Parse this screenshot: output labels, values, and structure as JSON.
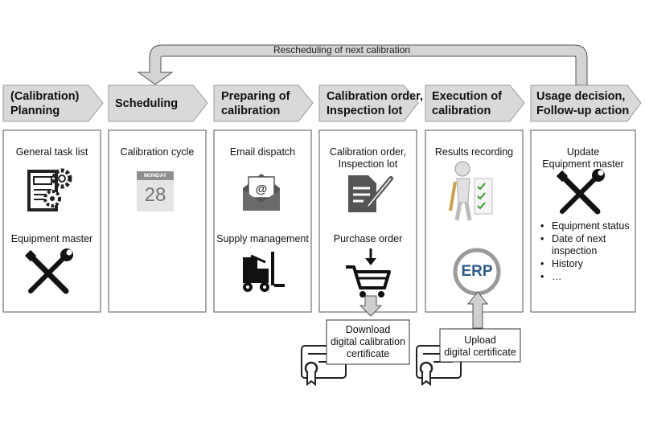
{
  "feedback_label": "Rescheduling of next calibration",
  "phases": [
    {
      "title_line1": "(Calibration)",
      "title_line2": "Planning"
    },
    {
      "title_line1": "Scheduling",
      "title_line2": ""
    },
    {
      "title_line1": "Preparing of",
      "title_line2": "calibration"
    },
    {
      "title_line1": "Calibration order,",
      "title_line2": "Inspection lot"
    },
    {
      "title_line1": "Execution of",
      "title_line2": "calibration"
    },
    {
      "title_line1": "Usage decision,",
      "title_line2": "Follow-up action"
    }
  ],
  "planning": {
    "item1": "General task list",
    "item2": "Equipment master"
  },
  "scheduling": {
    "item1": "Calibration cycle",
    "calendar_day": "MONDAY",
    "calendar_date": "28"
  },
  "preparing": {
    "item1": "Email dispatch",
    "item2": "Supply management"
  },
  "order": {
    "item1_line1": "Calibration order,",
    "item1_line2": "Inspection lot",
    "item2": "Purchase order"
  },
  "execution": {
    "item1": "Results recording",
    "erp": "ERP"
  },
  "usage": {
    "update_line1": "Update",
    "update_line2": "Equipment master",
    "list": [
      "Equipment status",
      "Date of next inspection",
      "History",
      "…"
    ]
  },
  "download_box": {
    "line1": "Download",
    "line2": "digital calibration",
    "line3": "certificate"
  },
  "upload_box": {
    "line1": "Upload",
    "line2": "digital certificate"
  },
  "colors": {
    "chevron_fill": "#d9d9d9",
    "border": "#555555",
    "icon": "#111111",
    "arrow_fill": "#cfcfcf",
    "erp_text": "#2b5a86"
  }
}
